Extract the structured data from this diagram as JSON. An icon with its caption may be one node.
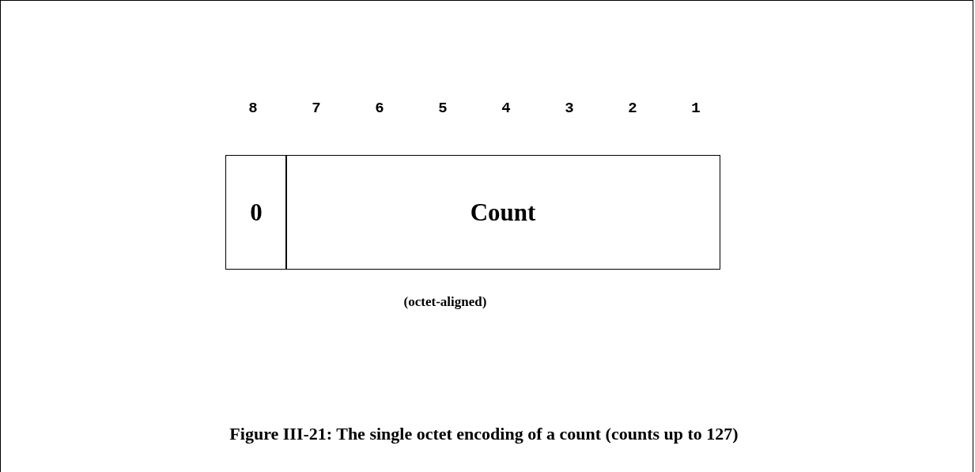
{
  "diagram": {
    "caption": "Figure III-21: The single octet encoding of a count (counts up to 127)",
    "nodes": [
      {
        "text": [
          "0"
        ]
      },
      {
        "text": [
          "Count"
        ]
      }
    ],
    "edges": [],
    "labels": [
      "8",
      "7",
      "6",
      "5",
      "4",
      "3",
      "2",
      "1",
      "(octet-aligned)"
    ]
  }
}
